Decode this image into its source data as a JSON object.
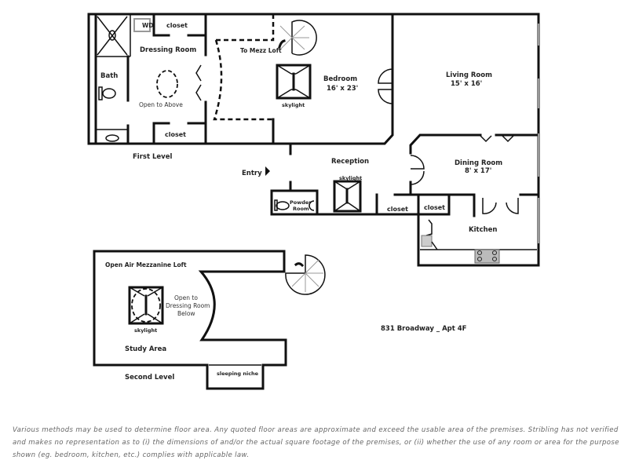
{
  "plan": {
    "address": "831 Broadway _ Apt 4F",
    "first_level": {
      "label": "First Level",
      "rooms": {
        "wd": "WD",
        "closet_top": "closet",
        "dressing_room": "Dressing Room",
        "open_to_above": "Open to Above",
        "bath": "Bath",
        "closet_bottom": "closet",
        "to_mezz_loft": "To Mezz Loft",
        "bedroom": "Bedroom",
        "bedroom_dims": "16' x 23'",
        "bedroom_skylight": "skylight",
        "living_room": "Living Room",
        "living_room_dims": "15' x 16'",
        "reception": "Reception",
        "entry": "Entry",
        "reception_skylight": "skylight",
        "powder_room_1": "Powder",
        "powder_room_2": "Room",
        "closet_reception": "closet",
        "closet_dining": "closet",
        "dining_room": "Dining Room",
        "dining_room_dims": "8' x 17'",
        "kitchen": "Kitchen"
      }
    },
    "second_level": {
      "label": "Second Level",
      "rooms": {
        "mezzanine": "Open Air Mezzanine Loft",
        "open_to_1": "Open to",
        "open_to_2": "Dressing Room",
        "open_to_3": "Below",
        "skylight": "skylight",
        "study_area": "Study Area",
        "sleeping_niche": "sleeping niche"
      }
    }
  },
  "disclaimer": "Various methods may be used to determine floor area. Any quoted floor areas are approximate and exceed the usable area of the premises. Stribling has not verified and makes no representation as to (i) the dimensions of and/or the actual square footage of the premises, or (ii) whether the use of any room or area for the purpose shown (eg. bedroom, kitchen, etc.) complies with applicable law."
}
